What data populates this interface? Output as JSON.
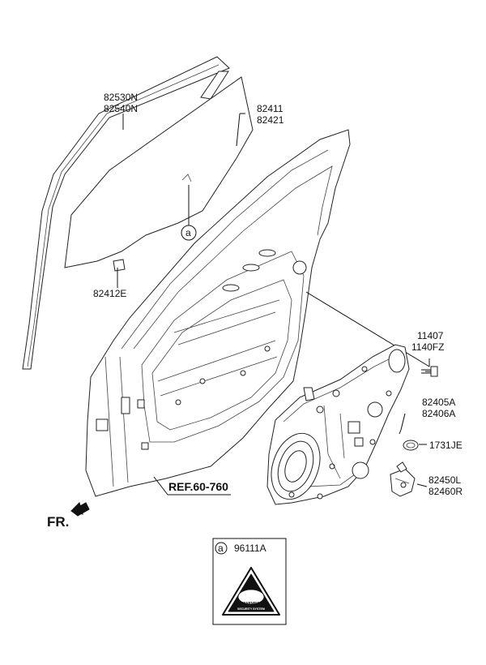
{
  "labels": {
    "weatherstrip_1": "82530N",
    "weatherstrip_2": "82540N",
    "glass_1": "82411",
    "glass_2": "82421",
    "glass_clip": "82412E",
    "bolt_1": "11407",
    "bolt_2": "1140FZ",
    "module_1": "82405A",
    "module_2": "82406A",
    "grommet": "1731JE",
    "latch_1": "82450L",
    "latch_2": "82460R",
    "reference": "REF.60-760",
    "front_marker": "FR.",
    "callout_letter": "a",
    "callout_label_letter": "a",
    "callout_part": "96111A",
    "sticker_line_1": "WARNING",
    "sticker_line_2": "SECURITY SYSTEM"
  }
}
